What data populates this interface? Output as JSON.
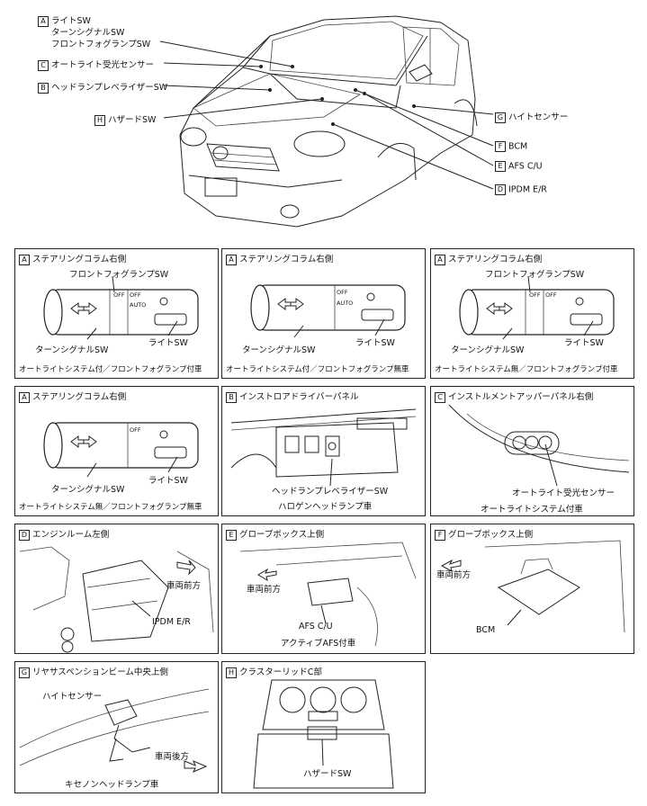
{
  "overview": {
    "labels": [
      {
        "key": "A",
        "lines": [
          "ライトSW",
          "ターンシグナルSW",
          "フロントフォグランプSW"
        ]
      },
      {
        "key": "C",
        "lines": [
          "オートライト受光センサー"
        ]
      },
      {
        "key": "B",
        "lines": [
          "ヘッドランプレベライザーSW"
        ]
      },
      {
        "key": "H",
        "lines": [
          "ハザードSW"
        ]
      },
      {
        "key": "G",
        "lines": [
          "ハイトセンサー"
        ]
      },
      {
        "key": "F",
        "lines": [
          "BCM"
        ]
      },
      {
        "key": "E",
        "lines": [
          "AFS C/U"
        ]
      },
      {
        "key": "D",
        "lines": [
          "IPDM E/R"
        ]
      }
    ]
  },
  "panels": [
    {
      "key": "A",
      "title": "ステアリングコラム右側",
      "labels": [
        "フロントフォグランプSW",
        "ターンシグナルSW",
        "ライトSW"
      ],
      "switch_text": [
        "OFF",
        "OFF",
        "AUTO"
      ],
      "caption": "オートライトシステム付／フロントフォグランプ付車"
    },
    {
      "key": "A",
      "title": "ステアリングコラム右側",
      "labels": [
        "ターンシグナルSW",
        "ライトSW"
      ],
      "switch_text": [
        "OFF",
        "AUTO"
      ],
      "caption": "オートライトシステム付／フロントフォグランプ無車"
    },
    {
      "key": "A",
      "title": "ステアリングコラム右側",
      "labels": [
        "フロントフォグランプSW",
        "ターンシグナルSW",
        "ライトSW"
      ],
      "switch_text": [
        "OFF",
        "OFF"
      ],
      "caption": "オートライトシステム無／フロントフォグランプ付車"
    },
    {
      "key": "A",
      "title": "ステアリングコラム右側",
      "labels": [
        "ターンシグナルSW",
        "ライトSW"
      ],
      "switch_text": [
        "OFF"
      ],
      "caption": "オートライトシステム無／フロントフォグランプ無車"
    },
    {
      "key": "B",
      "title": "インストロアドライバーパネル",
      "labels": [
        "ヘッドランプレベライザーSW"
      ],
      "caption": "ハロゲンヘッドランプ車"
    },
    {
      "key": "C",
      "title": "インストルメントアッパーパネル右側",
      "labels": [
        "オートライト受光センサー"
      ],
      "caption": "オートライトシステム付車"
    },
    {
      "key": "D",
      "title": "エンジンルーム左側",
      "labels": [
        "車両前方",
        "IPDM E/R"
      ],
      "caption": ""
    },
    {
      "key": "E",
      "title": "グローブボックス上側",
      "labels": [
        "車両前方",
        "AFS C/U"
      ],
      "caption": "アクティブAFS付車"
    },
    {
      "key": "F",
      "title": "グローブボックス上側",
      "labels": [
        "車両前方",
        "BCM"
      ],
      "caption": ""
    },
    {
      "key": "G",
      "title": "リヤサスペンションビーム中央上側",
      "labels": [
        "ハイトセンサー",
        "車両後方"
      ],
      "caption": "キセノンヘッドランプ車"
    },
    {
      "key": "H",
      "title": "クラスターリッドC部",
      "labels": [
        "ハザードSW"
      ],
      "caption": ""
    }
  ]
}
